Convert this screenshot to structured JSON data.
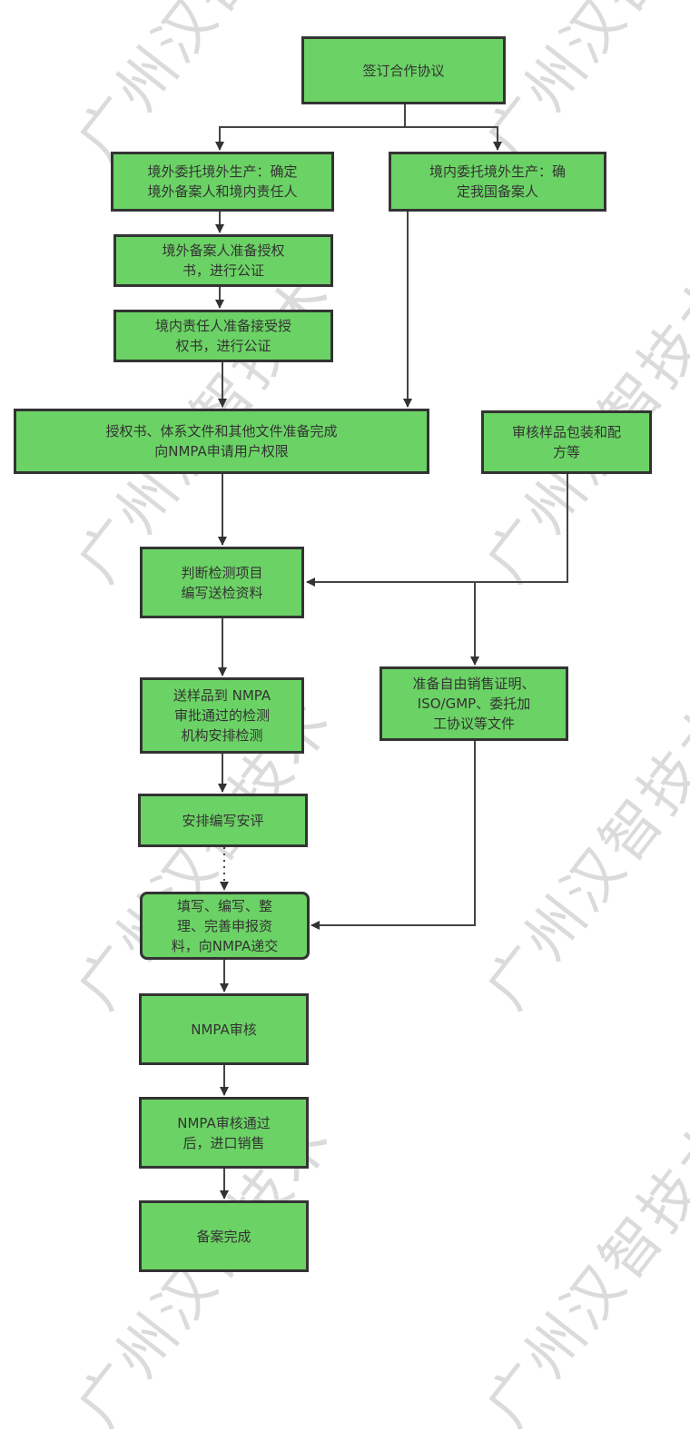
{
  "diagram": {
    "type": "flowchart",
    "colors": {
      "node_fill": "#6bd365",
      "node_border": "#333333",
      "edge": "#333333",
      "text": "#333333",
      "watermark": "#c8c8c8"
    },
    "watermark_text": "广州汉智技术",
    "nodes": [
      {
        "id": "sign",
        "label": "签订合作协议"
      },
      {
        "id": "overseas",
        "label": "境外委托境外生产：确定\n境外备案人和境内责任人"
      },
      {
        "id": "domestic",
        "label": "境内委托境外生产：确\n定我国备案人"
      },
      {
        "id": "auth_prep",
        "label": "境外备案人准备授权\n书，进行公证"
      },
      {
        "id": "resp_accept",
        "label": "境内责任人准备接受授\n权书，进行公证"
      },
      {
        "id": "docs_ready",
        "label": "授权书、体系文件和其他文件准备完成\n向NMPA申请用户权限"
      },
      {
        "id": "review_pkg",
        "label": "审核样品包装和配\n方等"
      },
      {
        "id": "judge",
        "label": "判断检测项目\n编写送检资料"
      },
      {
        "id": "send_sample",
        "label": "送样品到 NMPA\n审批通过的检测\n机构安排检测"
      },
      {
        "id": "prep_cert",
        "label": "准备自由销售证明、\nISO/GMP、委托加\n工协议等文件"
      },
      {
        "id": "safety",
        "label": "安排编写安评"
      },
      {
        "id": "submit",
        "label": "填写、编写、整\n理、完善申报资\n料，向NMPA递交"
      },
      {
        "id": "nmpa_review",
        "label": "NMPA审核"
      },
      {
        "id": "import_sale",
        "label": "NMPA审核通过\n后，进口销售"
      },
      {
        "id": "done",
        "label": "备案完成"
      }
    ],
    "edges": [
      {
        "from": "sign",
        "to": "overseas"
      },
      {
        "from": "sign",
        "to": "domestic"
      },
      {
        "from": "overseas",
        "to": "auth_prep"
      },
      {
        "from": "auth_prep",
        "to": "resp_accept"
      },
      {
        "from": "resp_accept",
        "to": "docs_ready"
      },
      {
        "from": "domestic",
        "to": "docs_ready"
      },
      {
        "from": "docs_ready",
        "to": "judge"
      },
      {
        "from": "review_pkg",
        "to": "judge"
      },
      {
        "from": "review_pkg",
        "to": "prep_cert"
      },
      {
        "from": "judge",
        "to": "send_sample"
      },
      {
        "from": "send_sample",
        "to": "safety"
      },
      {
        "from": "safety",
        "to": "submit",
        "style": "dotted"
      },
      {
        "from": "prep_cert",
        "to": "submit"
      },
      {
        "from": "submit",
        "to": "nmpa_review"
      },
      {
        "from": "nmpa_review",
        "to": "import_sale"
      },
      {
        "from": "import_sale",
        "to": "done"
      }
    ]
  }
}
